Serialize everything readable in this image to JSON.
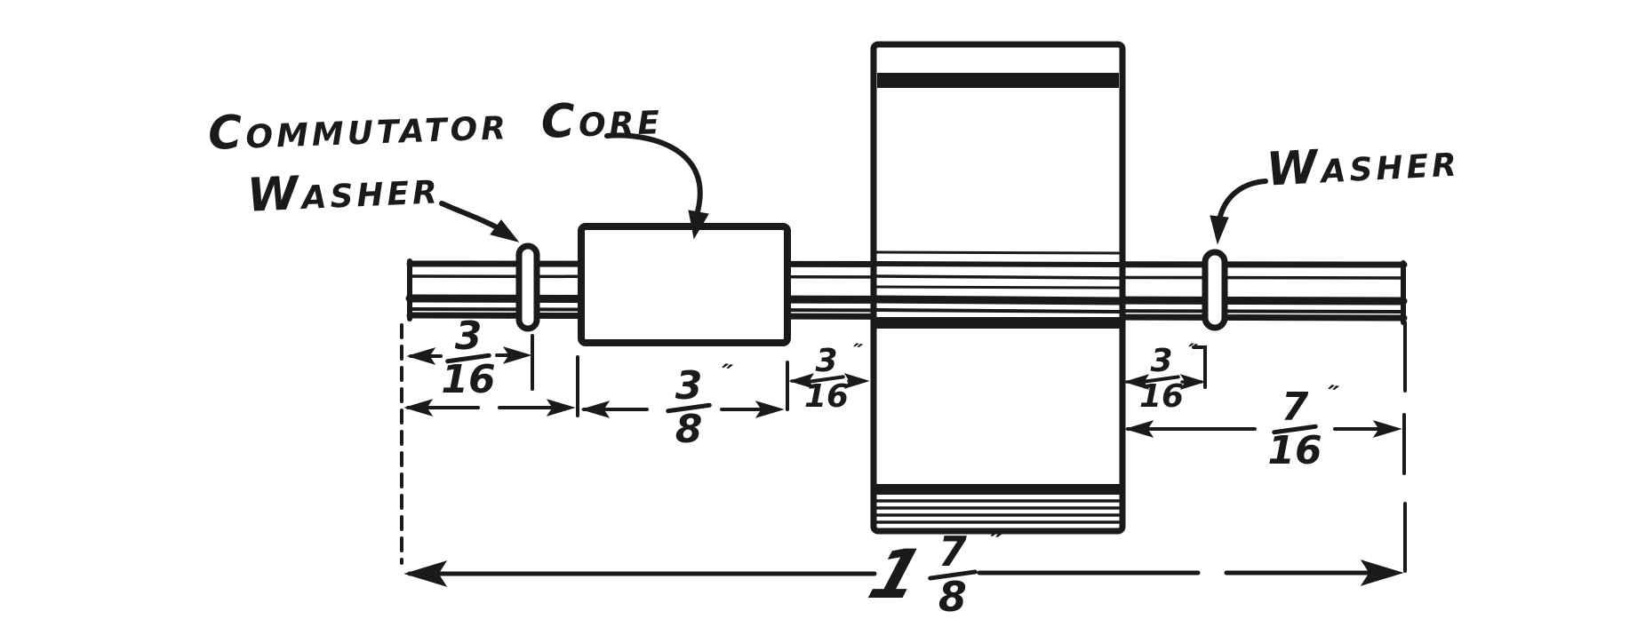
{
  "page": {
    "background": "#ffffff",
    "ink": "#1a1a1a"
  },
  "labels": {
    "commutator_core": "Commutator Core",
    "washer_left": "Washer",
    "washer_right": "Washer"
  },
  "dimensions": {
    "shaft_end_to_washer": {
      "num": "3",
      "den": "16",
      "mark": "″"
    },
    "commutator_core_length": {
      "num": "3",
      "den": "8",
      "mark": "″"
    },
    "core_to_armature_gap": {
      "num": "3",
      "den": "16",
      "mark": "″"
    },
    "armature_to_washer_gap": {
      "num": "3",
      "den": "16",
      "mark": "″"
    },
    "armature_to_shaft_end": {
      "num": "7",
      "den": "16",
      "mark": "″"
    },
    "overall_length": {
      "whole": "1",
      "num": "7",
      "den": "8",
      "mark": "″"
    }
  }
}
